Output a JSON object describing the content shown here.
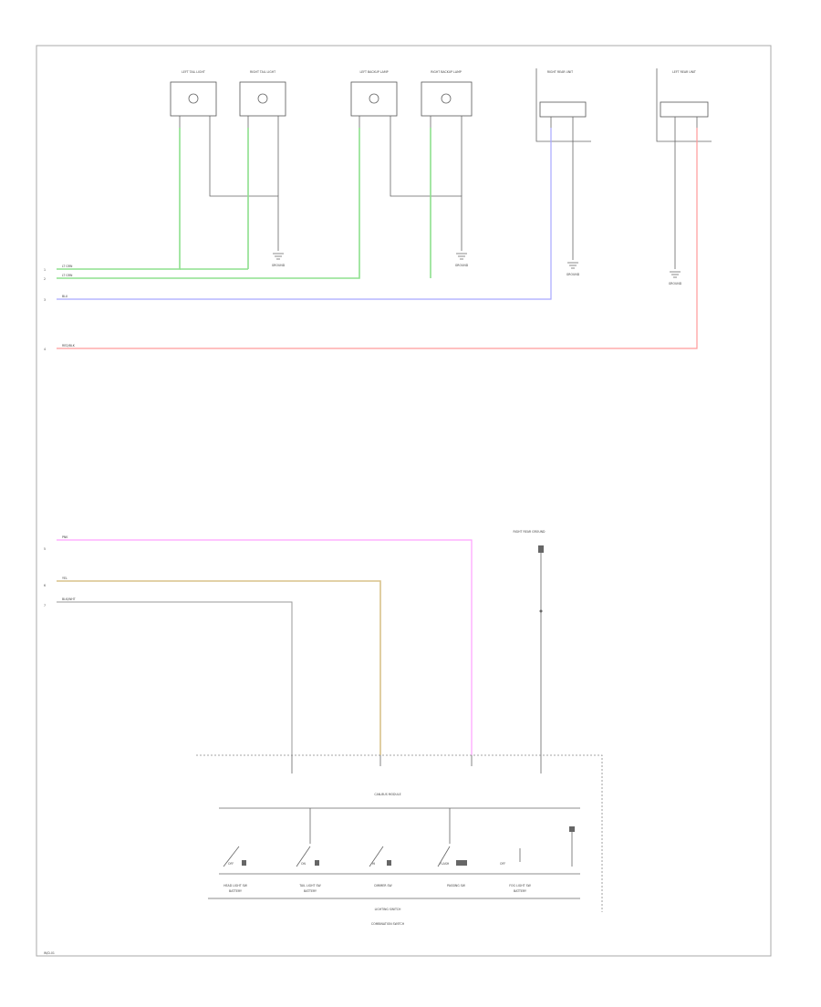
{
  "lamps_top": [
    {
      "name": "LEFT TAIL LIGHT",
      "id": "L1"
    },
    {
      "name": "RIGHT TAIL LIGHT",
      "id": "L2"
    },
    {
      "name": "LEFT BACKUP LAMP",
      "id": "L3"
    },
    {
      "name": "RIGHT BACKUP LAMP",
      "id": "L4"
    },
    {
      "name": "RIGHT REAR UNIT",
      "id": "L5"
    },
    {
      "name": "LEFT REAR UNIT",
      "id": "L6"
    }
  ],
  "grounds_top": [
    "GROUND",
    "GROUND",
    "GROUND",
    "GROUND"
  ],
  "wire_labels_top": [
    "LT GRN",
    "LT GRN",
    "BLU",
    "RED/BLK"
  ],
  "pins_top": [
    "1",
    "2",
    "3",
    "4"
  ],
  "wire_labels_bottom": [
    "PNK",
    "YEL",
    "BLK/WHT"
  ],
  "pins_bottom": [
    "5",
    "6",
    "7"
  ],
  "ground_bottom_label": "RIGHT REAR GROUND",
  "module_label": "CAN-BUS MODULE",
  "switches": [
    {
      "label": "HEAD LIGHT SW",
      "sub": "BATTERY",
      "state": "OFF"
    },
    {
      "label": "TAIL LIGHT SW",
      "sub": "BATTERY",
      "state": "ON"
    },
    {
      "label": "DIMMER SW",
      "sub": "",
      "state": "HI"
    },
    {
      "label": "PASSING SW",
      "sub": "",
      "state": "FLASH"
    },
    {
      "label": "FOG LIGHT SW",
      "sub": "BATTERY",
      "state": "OFF"
    }
  ],
  "switch_assembly_label": "LIGHTING SWITCH",
  "combination_label": "COMBINATION SWITCH",
  "footer_code": "W/D-01",
  "colors": {
    "green": "#8ee08e",
    "blue": "#a8a8ff",
    "red": "#ff9a9a",
    "pink": "#ffa0ff",
    "yellow": "#d9c28a",
    "black": "#9a9a9a"
  }
}
